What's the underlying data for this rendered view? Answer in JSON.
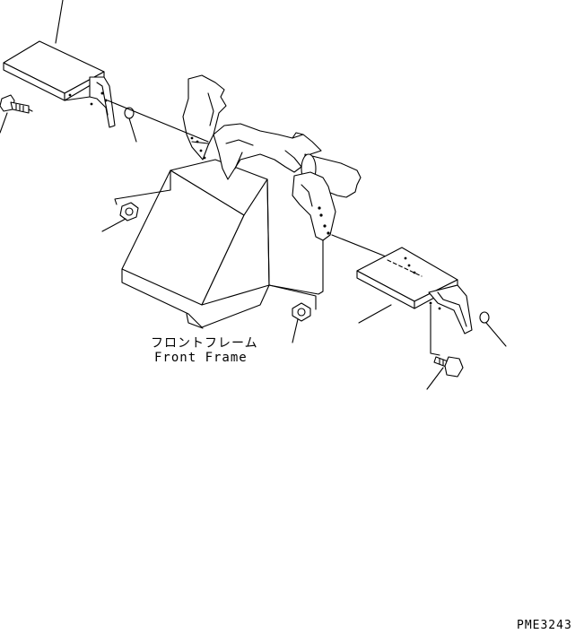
{
  "labels": {
    "part_jp": "フロントフレーム",
    "part_en": "Front Frame",
    "drawing_code": "PME3243"
  },
  "colors": {
    "line": "#000000",
    "background": "#ffffff"
  }
}
